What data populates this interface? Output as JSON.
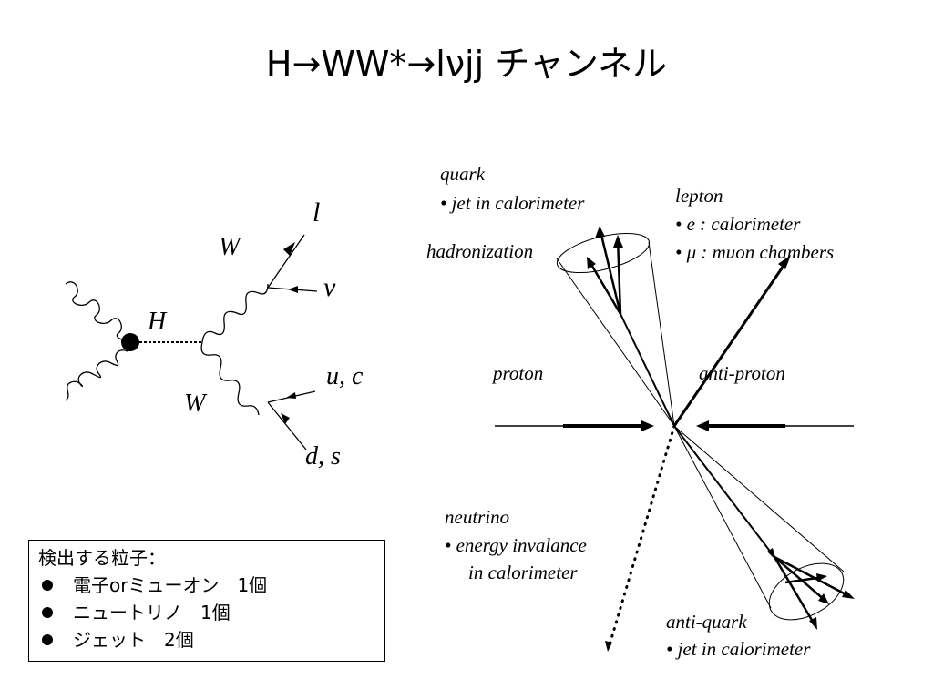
{
  "title": "H→WW*→lνjj チャンネル",
  "feynman": {
    "l": "l",
    "W_top": "W",
    "nu": "ν",
    "H": "H",
    "uc": "u, c",
    "W_bottom": "W",
    "ds": "d, s"
  },
  "event": {
    "quark": "quark",
    "quark_jet": "• jet in calorimeter",
    "hadronization": "hadronization",
    "lepton": "lepton",
    "lepton_e": "• e : calorimeter",
    "lepton_mu": "• μ : muon chambers",
    "proton": "proton",
    "antiproton": "anti-proton",
    "neutrino": "neutrino",
    "neutrino_line1": "• energy invalance",
    "neutrino_line2": "in calorimeter",
    "antiquark": "anti-quark",
    "antiquark_jet": "• jet in calorimeter"
  },
  "detected": {
    "heading": "検出する粒子：",
    "items": [
      "電子orミューオン　1個",
      "ニュートリノ　1個",
      "ジェット　2個"
    ]
  }
}
